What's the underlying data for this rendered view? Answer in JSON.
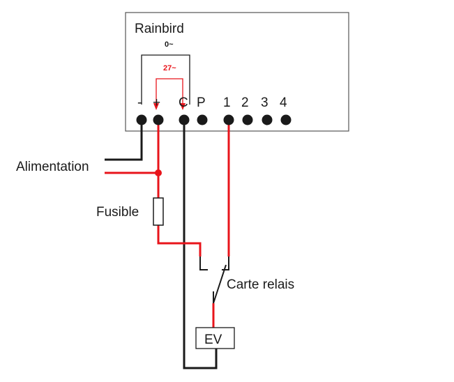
{
  "controller": {
    "title": "Rainbird",
    "terminals": [
      "-",
      "+",
      "C",
      "P",
      "1",
      "2",
      "3",
      "4"
    ]
  },
  "measurements": {
    "outer": "0~",
    "inner": "27~"
  },
  "labels": {
    "power": "Alimentation",
    "fuse": "Fusible",
    "relay": "Carte relais",
    "valve": "EV"
  },
  "colors": {
    "live": "#e8141b",
    "neutral": "#1a1a1a",
    "box_border": "#555555"
  }
}
